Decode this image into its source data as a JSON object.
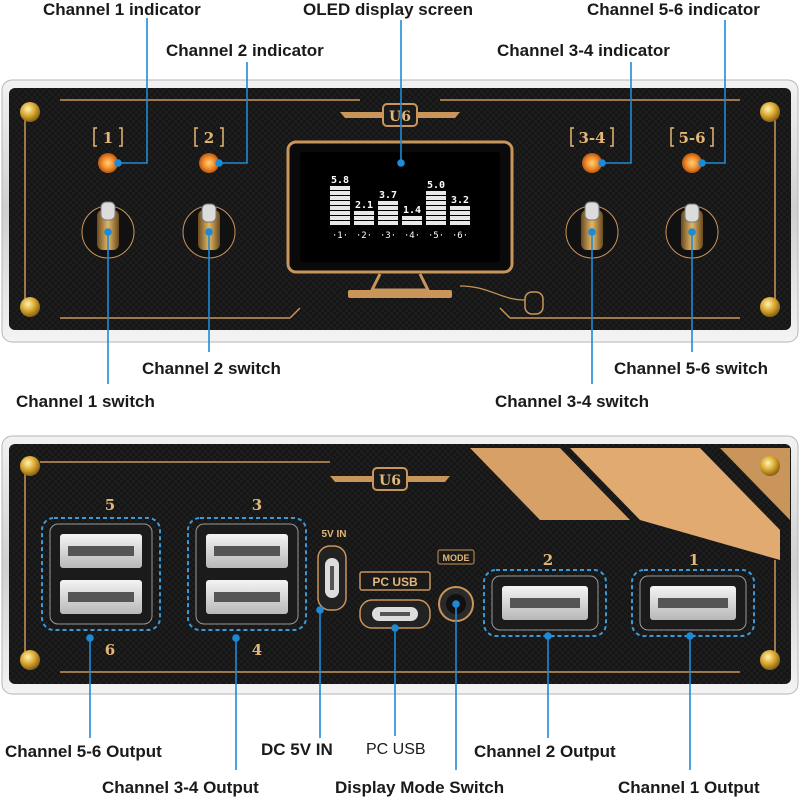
{
  "device": {
    "logo_text": "U6",
    "front_channel_tags": [
      "1",
      "2",
      "3-4",
      "5-6"
    ],
    "oled_values": [
      "5.8",
      "2.1",
      "3.7",
      "1.4",
      "5.0",
      "3.2"
    ],
    "oled_axis": [
      "1",
      "2",
      "3",
      "4",
      "5",
      "6"
    ],
    "rear_port_tags": [
      "5",
      "6",
      "3",
      "4",
      "2",
      "1"
    ],
    "dc_label": "5V IN",
    "pc_usb_label": "PC USB",
    "mode_label": "MODE"
  },
  "callouts": {
    "ch1_indicator": "Channel 1 indicator",
    "oled_screen": "OLED display screen",
    "ch56_indicator": "Channel 5-6 indicator",
    "ch2_indicator": "Channel 2 indicator",
    "ch34_indicator": "Channel 3-4 indicator",
    "ch2_switch": "Channel 2 switch",
    "ch56_switch": "Channel 5-6 switch",
    "ch1_switch": "Channel 1 switch",
    "ch34_switch": "Channel 3-4 switch",
    "ch56_output": "Channel 5-6 Output",
    "dc_in": "DC 5V IN",
    "pc_usb": "PC USB",
    "ch2_output": "Channel 2 Output",
    "ch34_output": "Channel 3-4 Output",
    "mode_switch": "Display Mode Switch",
    "ch1_output": "Channel 1 Output"
  },
  "colors": {
    "panel": "#141414",
    "gold": "#c9955a",
    "accent_blue": "#1e8ad6",
    "indicator_orange": "#f08a2a"
  }
}
